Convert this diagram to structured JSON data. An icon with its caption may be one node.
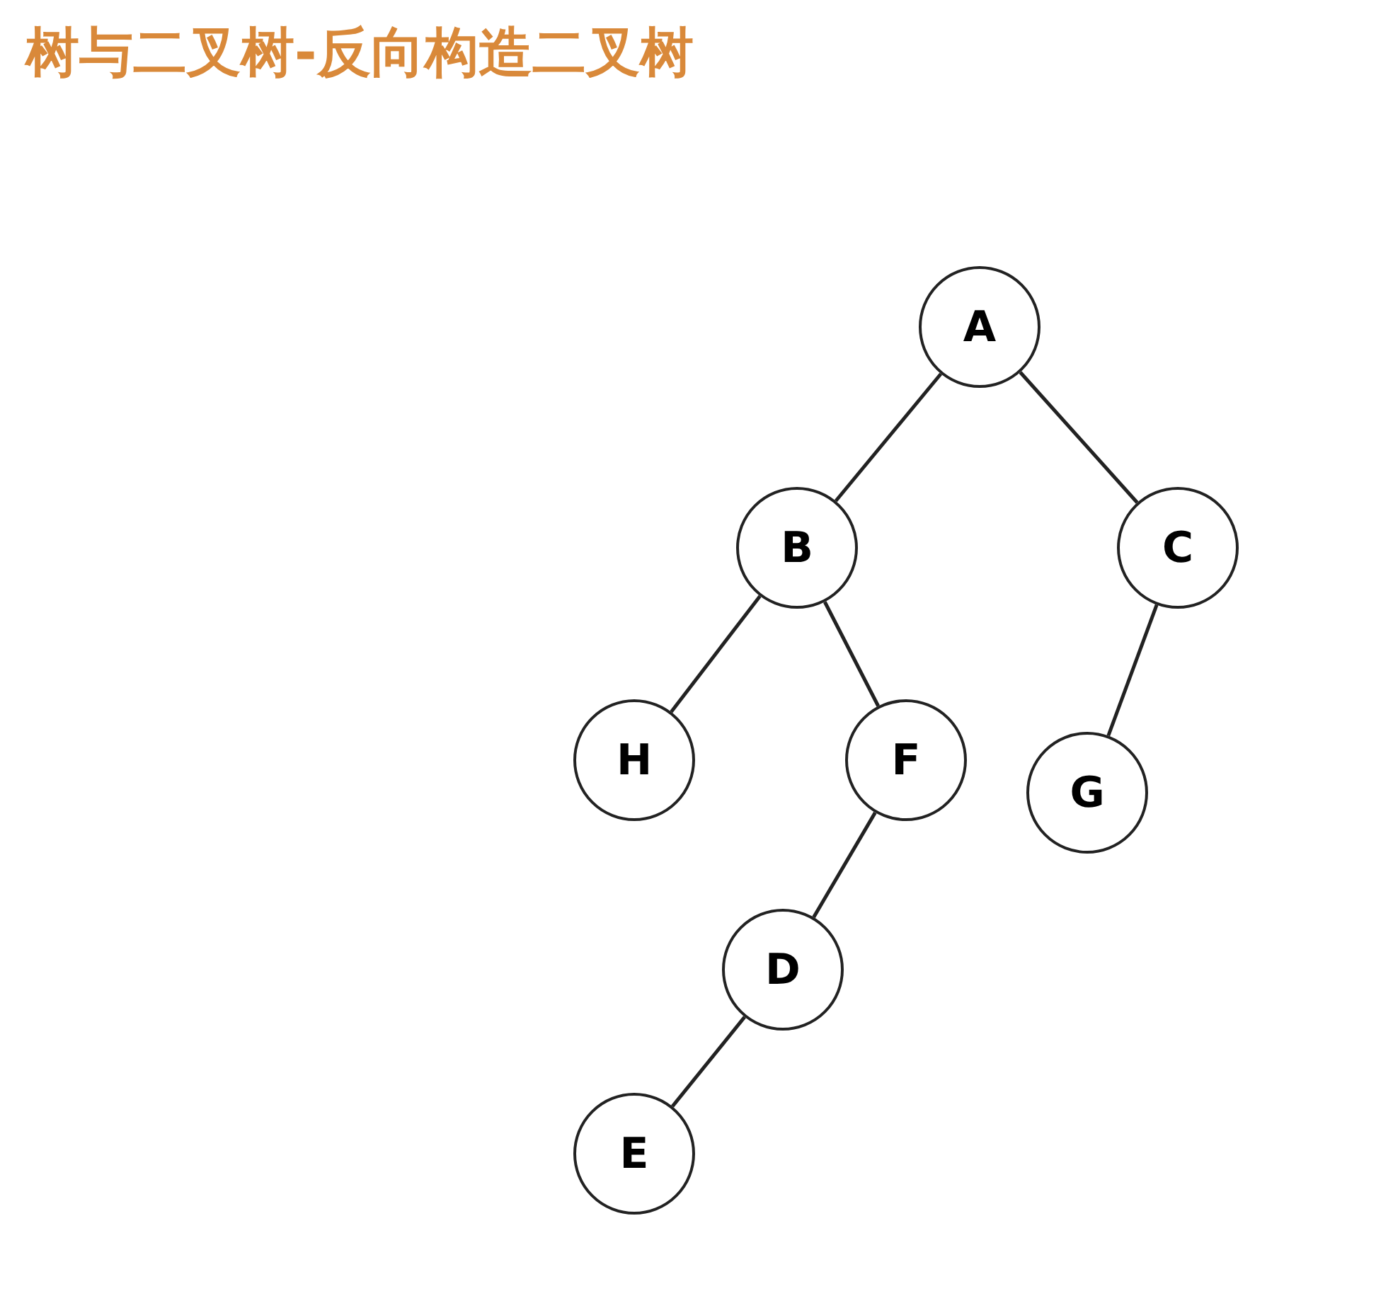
{
  "diagram": {
    "title": "树与二叉树-反向构造二叉树",
    "nodes": [
      {
        "text": [
          "A"
        ]
      },
      {
        "text": [
          "B"
        ]
      },
      {
        "text": [
          "C"
        ]
      },
      {
        "text": [
          "H"
        ]
      },
      {
        "text": [
          "F"
        ]
      },
      {
        "text": [
          "G"
        ]
      },
      {
        "text": [
          "D"
        ]
      },
      {
        "text": [
          "E"
        ]
      }
    ],
    "edges": [
      {
        "from": 0,
        "to": 1,
        "arrow": "none"
      },
      {
        "from": 0,
        "to": 2,
        "arrow": "none"
      },
      {
        "from": 1,
        "to": 3,
        "arrow": "none"
      },
      {
        "from": 1,
        "to": 4,
        "arrow": "none"
      },
      {
        "from": 2,
        "to": 5,
        "arrow": "none"
      },
      {
        "from": 4,
        "to": 6,
        "arrow": "none"
      },
      {
        "from": 6,
        "to": 7,
        "arrow": "none"
      }
    ]
  }
}
